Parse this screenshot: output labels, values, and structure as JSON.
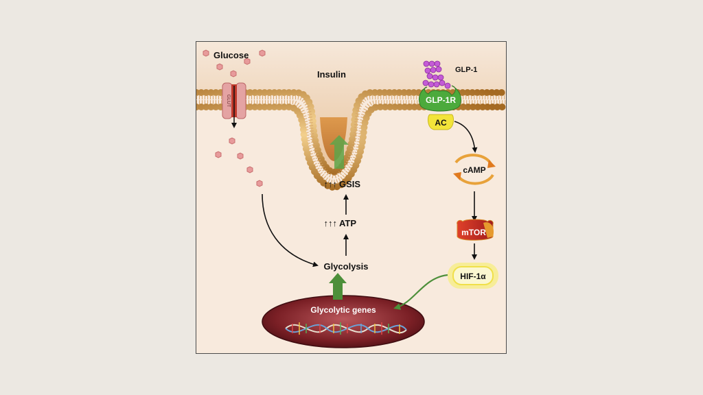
{
  "diagram": {
    "labels": {
      "glucose": "Glucose",
      "glut": "GLUT",
      "insulin": "Insulin",
      "glp1": "GLP-1",
      "glp1r": "GLP-1R",
      "ac": "AC",
      "camp": "cAMP",
      "mtor": "mTOR",
      "hif1a": "HIF-1α",
      "gsis": "GSIS",
      "atp": "ATP",
      "glycolysis": "Glycolysis",
      "glycolytic_genes": "Glycolytic genes",
      "up_arrows": "↑↑↑"
    },
    "colors": {
      "membrane_head": "#c88a3a",
      "cytoplasm": "#f8eadd",
      "glucose": "#e79b9b",
      "glp1r": "#4caa3c",
      "ac": "#f2e43a",
      "mtor": "#c0392b",
      "hif_glow": "#f6ee7a",
      "nucleus": "#8a2b30",
      "green_arrow": "#4d8f3a"
    }
  }
}
